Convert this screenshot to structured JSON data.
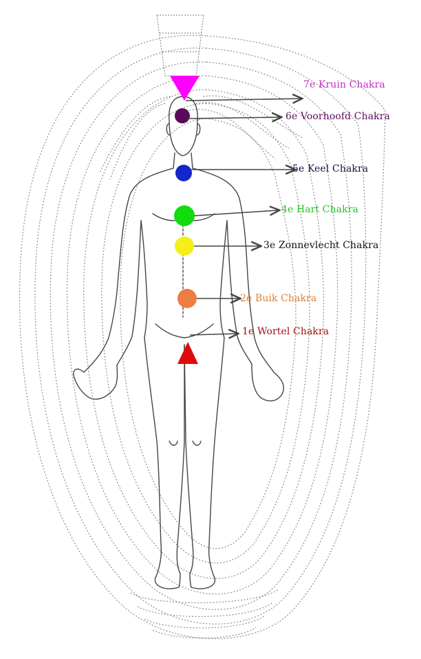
{
  "colors": {
    "crown": "#ff00ff",
    "third_eye": "#5a0a5a",
    "throat": "#1426c8",
    "heart": "#10dc10",
    "solar_plexus": "#f6ee18",
    "sacral": "#ef7c42",
    "root": "#dc0c0c",
    "crown_label": "#c02ec0",
    "third_eye_label": "#5a0a5a",
    "throat_label": "#101040",
    "heart_label": "#1ec81e",
    "solar_plexus_label": "#111111",
    "sacral_label": "#d8803a",
    "root_label": "#a40f0f",
    "outline": "#555555",
    "arrow": "#444444"
  },
  "chakras": [
    {
      "id": "crown",
      "label": "7e Kruin Chakra"
    },
    {
      "id": "third-eye",
      "label": "6e Voorhoofd Chakra"
    },
    {
      "id": "throat",
      "label": "5e Keel Chakra"
    },
    {
      "id": "heart",
      "label": "4e Hart Chakra"
    },
    {
      "id": "solar-plexus",
      "label": "3e Zonnevlecht Chakra"
    },
    {
      "id": "sacral",
      "label": "2e Buik Chakra"
    },
    {
      "id": "root",
      "label": "1e Wortel Chakra"
    }
  ]
}
